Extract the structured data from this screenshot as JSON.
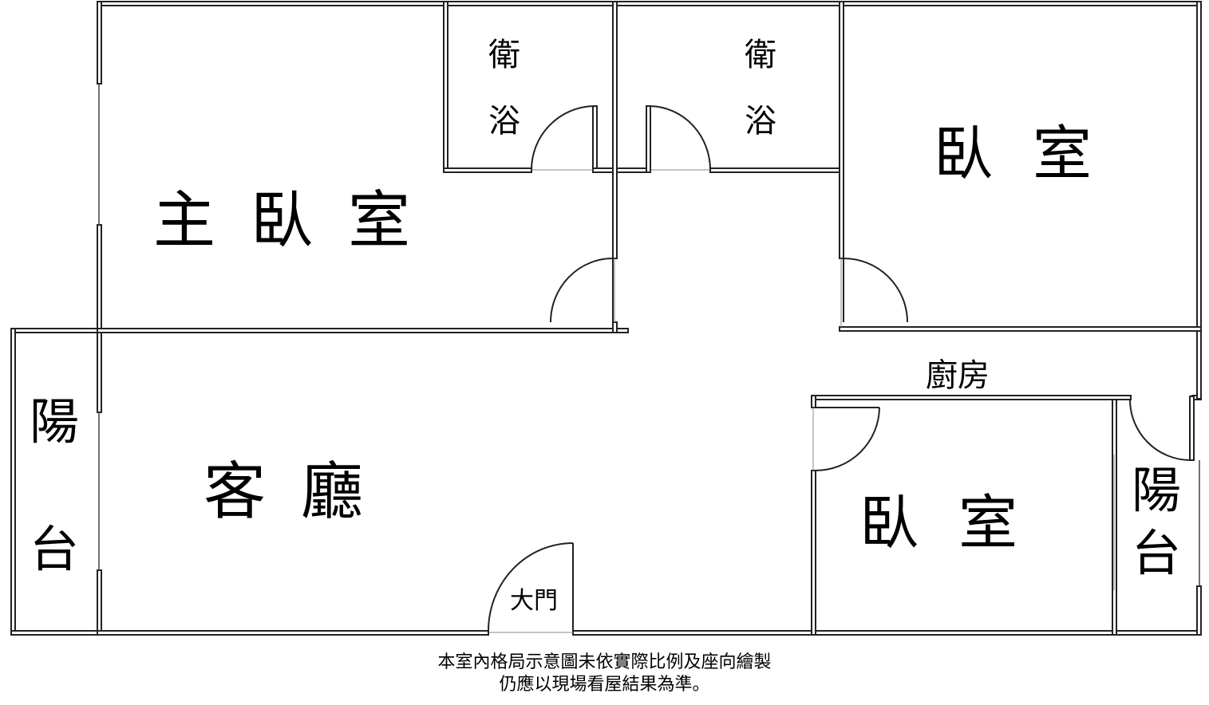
{
  "floor_plan": {
    "rooms": {
      "master_bedroom": "主臥室",
      "bathroom_left": [
        "衛",
        "浴"
      ],
      "bathroom_right": [
        "衛",
        "浴"
      ],
      "bedroom_top_right": "臥室",
      "living_room": "客廳",
      "balcony_left": [
        "陽",
        "台"
      ],
      "kitchen": "廚房",
      "bedroom_bottom_right": "臥室",
      "balcony_right": [
        "陽",
        "台"
      ],
      "main_door": "大門"
    },
    "disclaimer": {
      "line1": "本室內格局示意圖未依實際比例及座向繪製",
      "line2": "仍應以現場看屋結果為準。"
    },
    "colors": {
      "wall": "#222222",
      "background": "#ffffff"
    }
  }
}
